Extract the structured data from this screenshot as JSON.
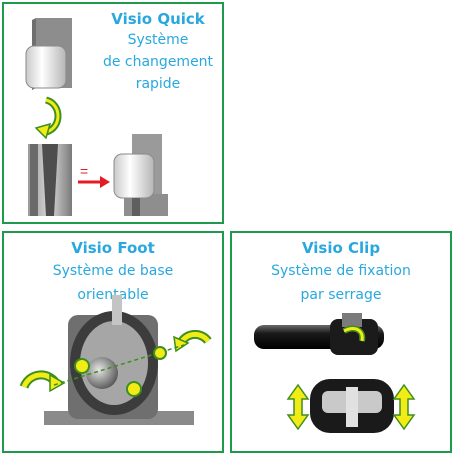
{
  "quick": {
    "title": "Visio Quick",
    "line1": "Système",
    "line2": "de changement",
    "line3": "rapide",
    "arrow_symbol": "="
  },
  "foot": {
    "title": "Visio Foot",
    "line1": "Système de base",
    "line2": "orientable"
  },
  "clip": {
    "title": "Visio Clip",
    "line1": "Système de fixation",
    "line2": "par serrage"
  },
  "colors": {
    "border": "#1f9a4c",
    "text": "#29a8df",
    "accent_yellow": "#f2ec16",
    "accent_green": "#3e8f1f",
    "arrow_red": "#e31b23"
  },
  "icons": [
    "rotate-arrow-icon",
    "red-arrow-icon",
    "double-arrow-icon"
  ]
}
